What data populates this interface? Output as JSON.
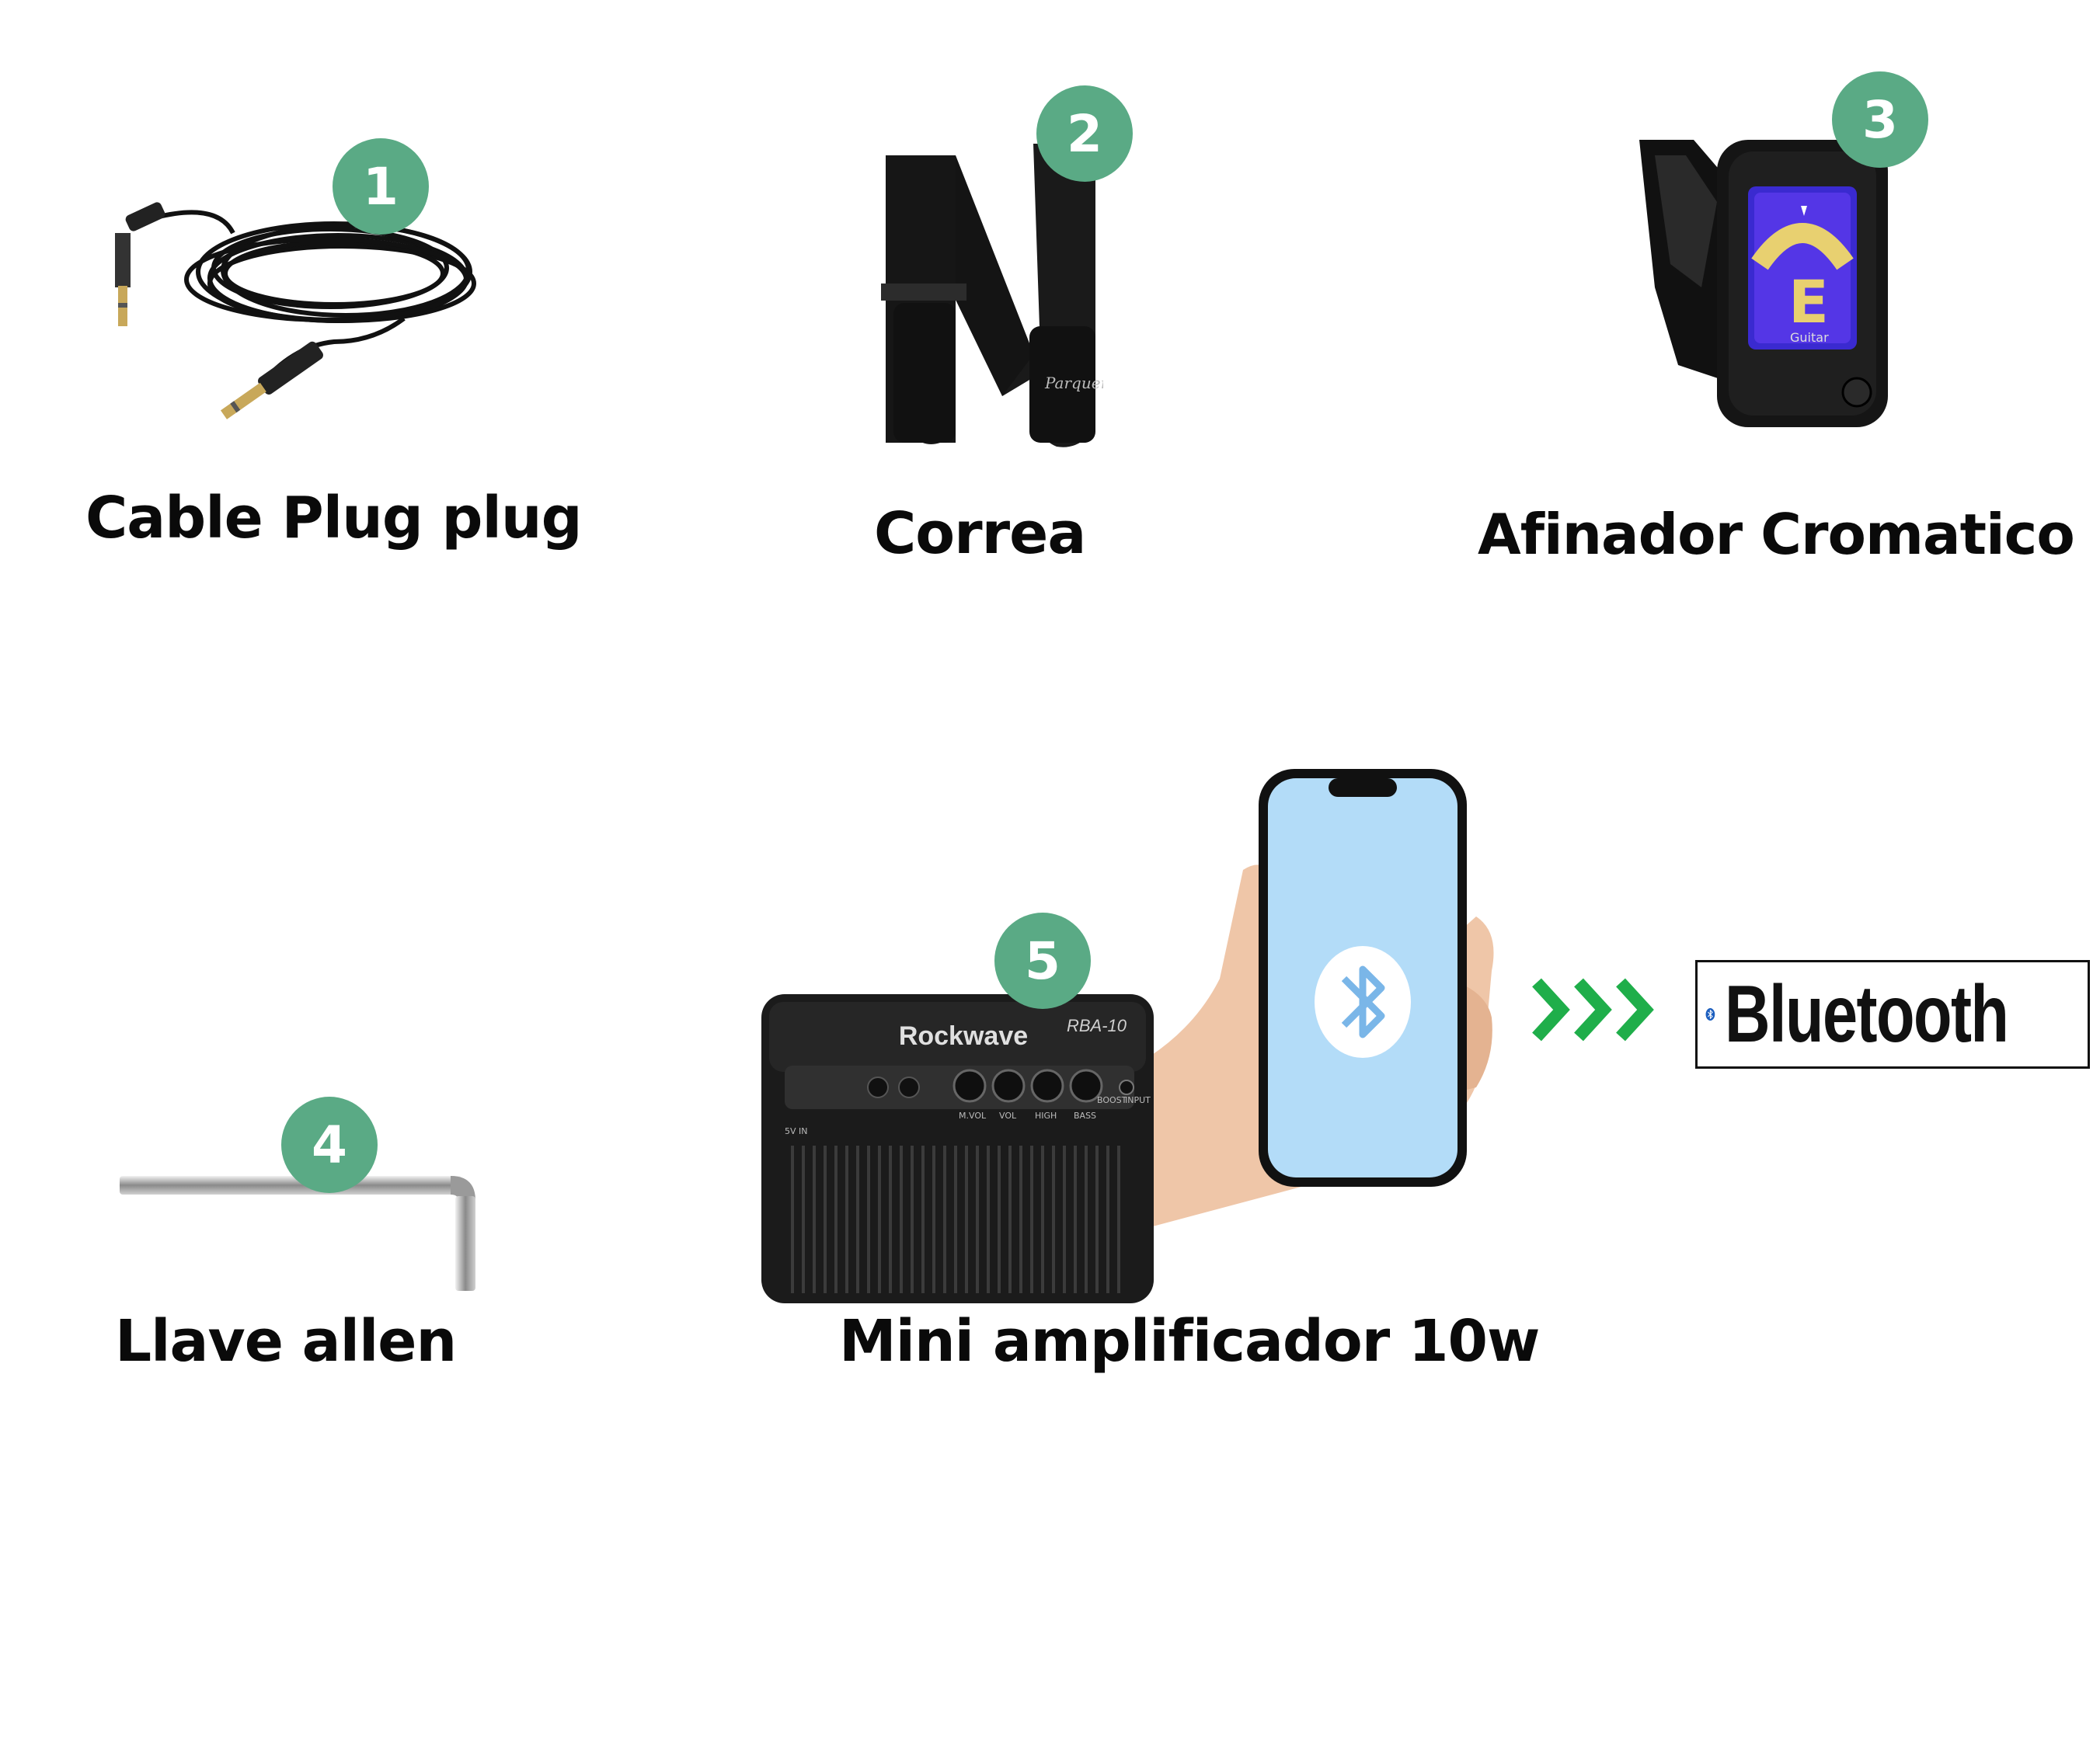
{
  "items": [
    {
      "number": "1",
      "label": "Cable Plug plug",
      "icon": "cable-icon"
    },
    {
      "number": "2",
      "label": "Correa",
      "icon": "strap-icon"
    },
    {
      "number": "3",
      "label": "Afinador Cromatico",
      "icon": "tuner-icon"
    },
    {
      "number": "4",
      "label": "Llave allen",
      "icon": "allen-key-icon"
    },
    {
      "number": "5",
      "label": "Mini amplificador 10w",
      "icon": "amplifier-icon"
    }
  ],
  "amplifier": {
    "brand": "Rockwave",
    "model": "RBA-10",
    "knobs": [
      "M.VOL",
      "VOL",
      "HIGH",
      "BASS",
      "BOOST",
      "INPUT"
    ],
    "dc_label": "5V IN"
  },
  "tuner": {
    "note": "E",
    "mode": "Guitar"
  },
  "strap": {
    "brand": "Parquer"
  },
  "bluetooth": {
    "label": "Bluetooth",
    "icon": "bluetooth-icon"
  },
  "colors": {
    "badge": "#5aaa85",
    "arrows": "#1fae4a",
    "bluetooth_blue": "#1d5fbf",
    "phone_screen": "#b3dcf8"
  }
}
